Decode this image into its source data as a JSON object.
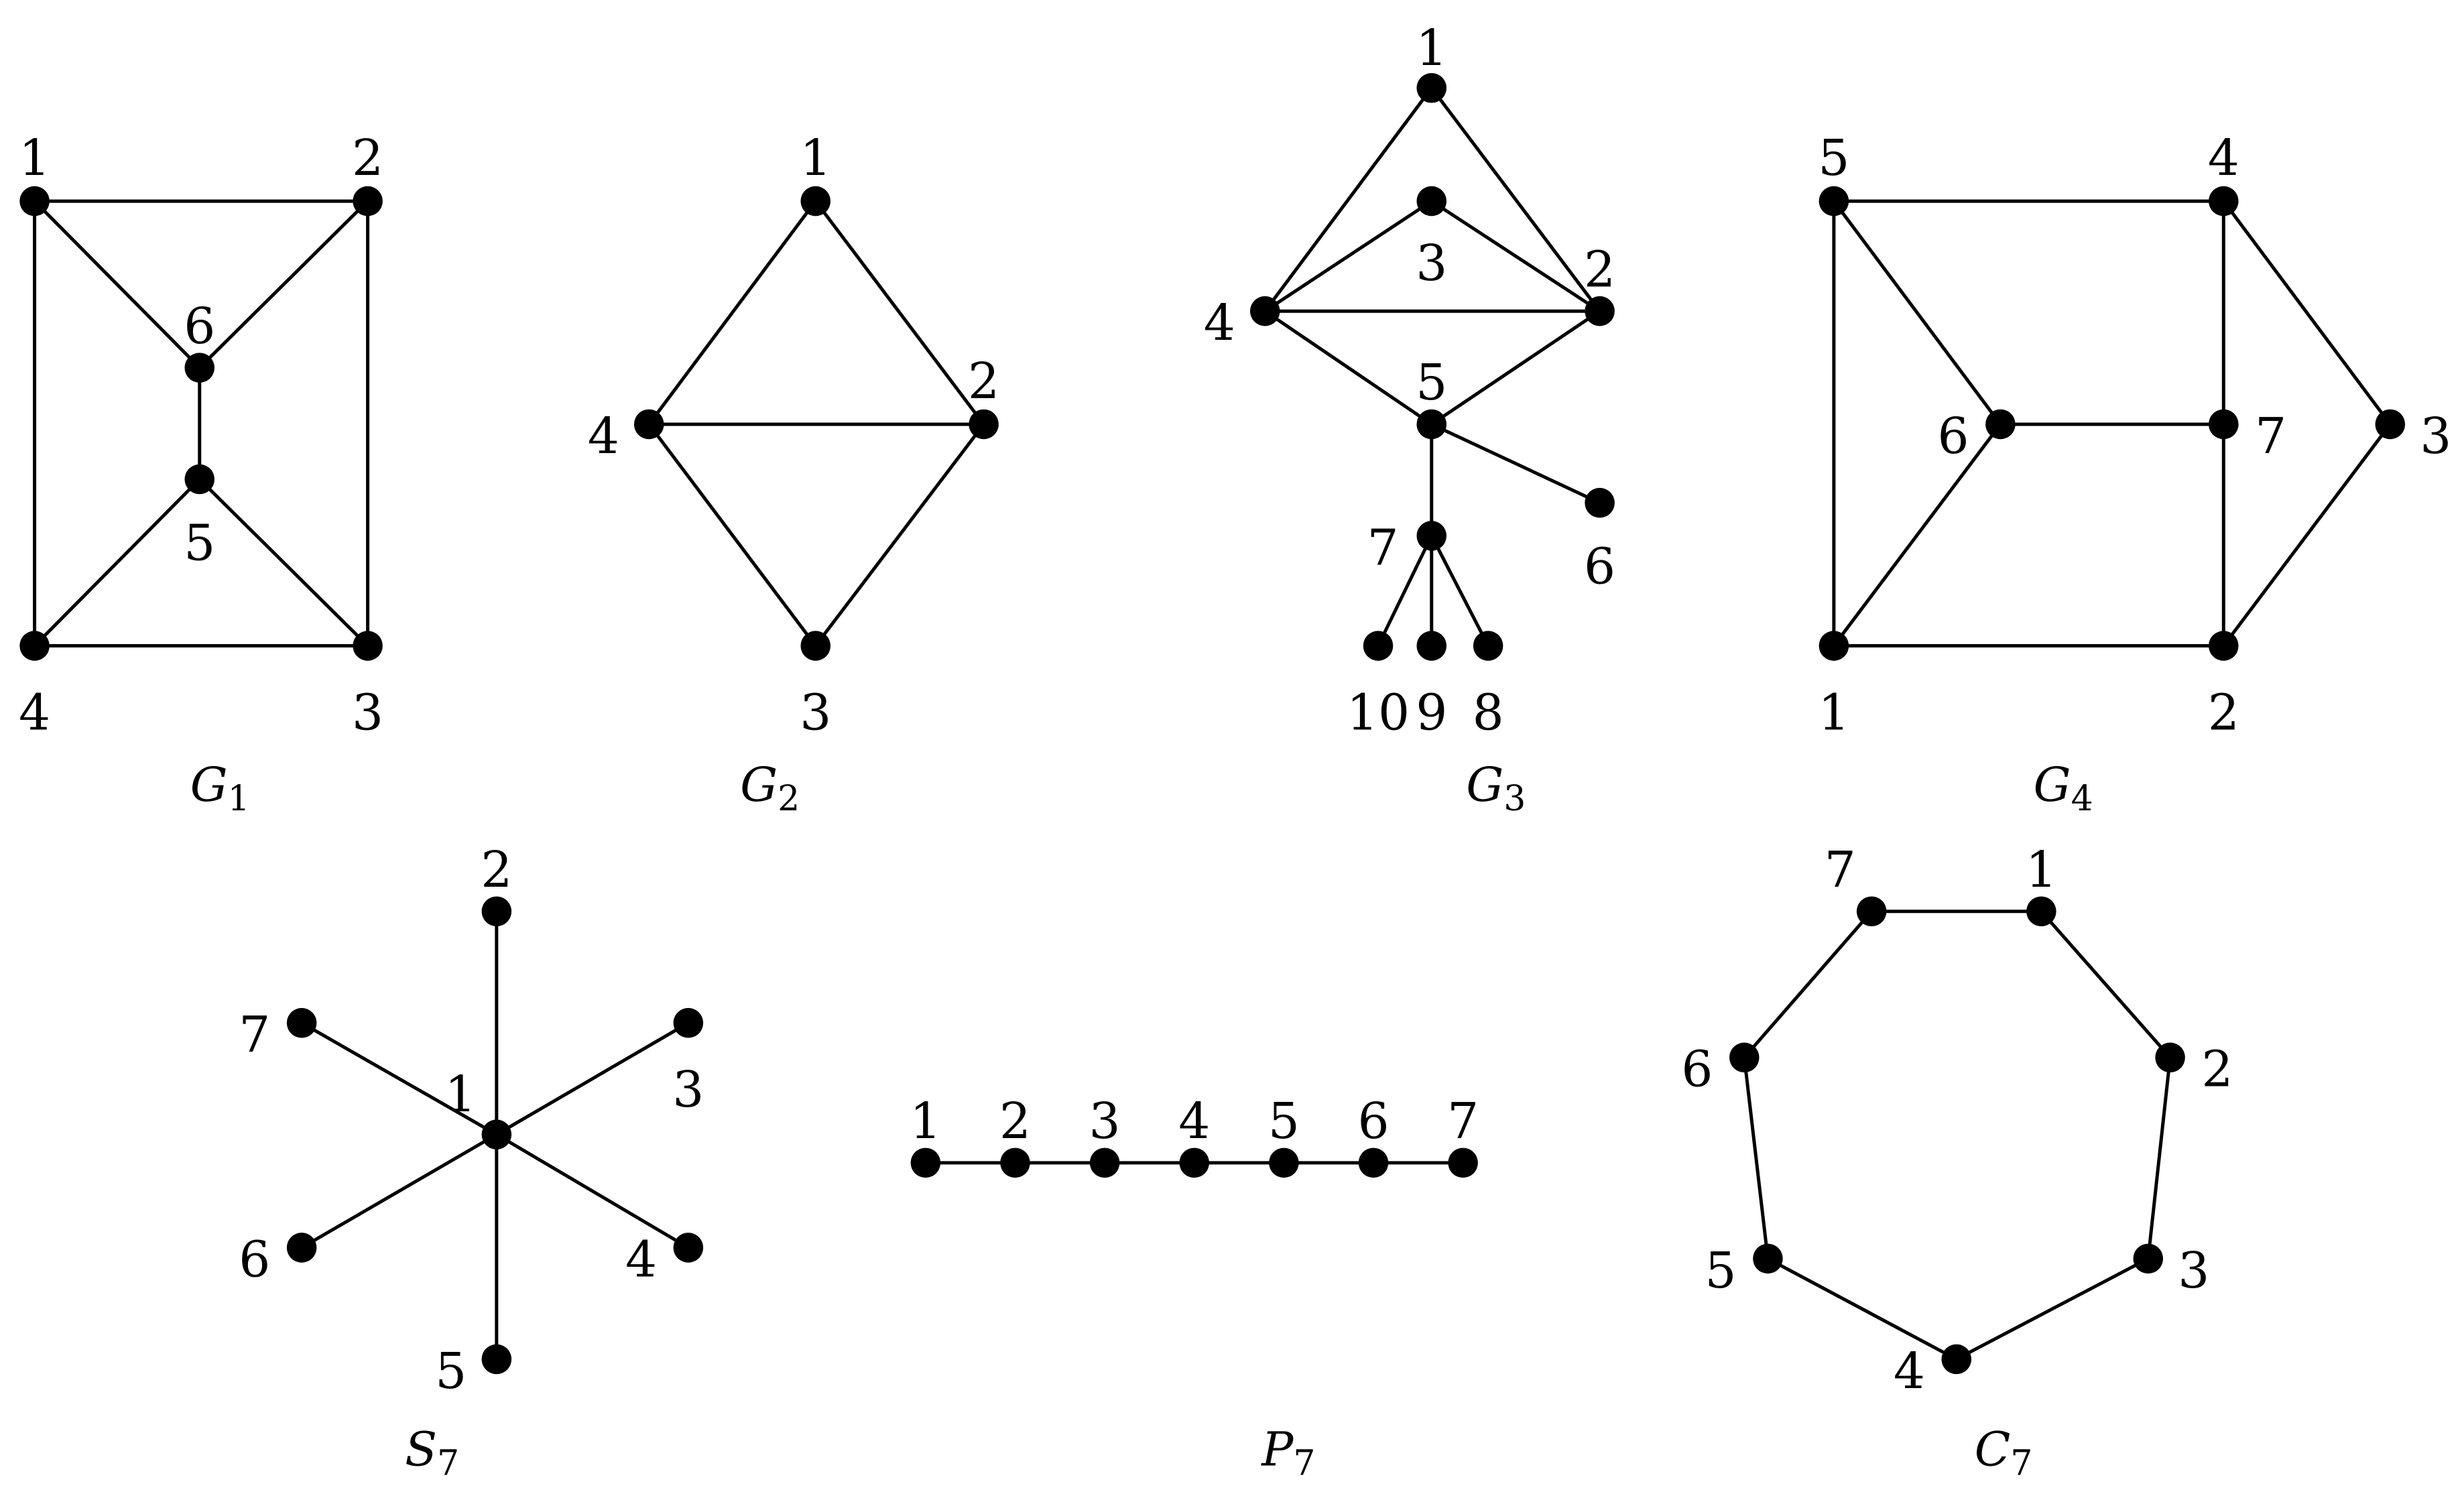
{
  "graphs": [
    {
      "key": "g1",
      "caption": {
        "letter": "G",
        "sub": "1"
      },
      "vertices": [
        "1",
        "2",
        "3",
        "4",
        "5",
        "6"
      ],
      "edges": [
        [
          "1",
          "2"
        ],
        [
          "1",
          "4"
        ],
        [
          "1",
          "6"
        ],
        [
          "2",
          "3"
        ],
        [
          "2",
          "6"
        ],
        [
          "6",
          "5"
        ],
        [
          "5",
          "4"
        ],
        [
          "5",
          "3"
        ],
        [
          "4",
          "3"
        ]
      ]
    },
    {
      "key": "g2",
      "caption": {
        "letter": "G",
        "sub": "2"
      },
      "vertices": [
        "1",
        "2",
        "3",
        "4"
      ],
      "edges": [
        [
          "1",
          "4"
        ],
        [
          "1",
          "2"
        ],
        [
          "4",
          "2"
        ],
        [
          "4",
          "3"
        ],
        [
          "2",
          "3"
        ]
      ]
    },
    {
      "key": "g3",
      "caption": {
        "letter": "G",
        "sub": "3"
      },
      "vertices": [
        "1",
        "2",
        "3",
        "4",
        "5",
        "6",
        "7",
        "8",
        "9",
        "10"
      ],
      "edges": [
        [
          "1",
          "4"
        ],
        [
          "1",
          "2"
        ],
        [
          "3",
          "4"
        ],
        [
          "3",
          "2"
        ],
        [
          "4",
          "2"
        ],
        [
          "4",
          "5"
        ],
        [
          "2",
          "5"
        ],
        [
          "5",
          "7"
        ],
        [
          "5",
          "6"
        ],
        [
          "7",
          "10"
        ],
        [
          "7",
          "9"
        ],
        [
          "7",
          "8"
        ]
      ]
    },
    {
      "key": "g4",
      "caption": {
        "letter": "G",
        "sub": "4"
      },
      "vertices": [
        "1",
        "2",
        "3",
        "4",
        "5",
        "6",
        "7"
      ],
      "edges": [
        [
          "5",
          "4"
        ],
        [
          "5",
          "1"
        ],
        [
          "5",
          "6"
        ],
        [
          "6",
          "1"
        ],
        [
          "6",
          "7"
        ],
        [
          "4",
          "7"
        ],
        [
          "7",
          "2"
        ],
        [
          "4",
          "3"
        ],
        [
          "3",
          "2"
        ],
        [
          "1",
          "2"
        ]
      ]
    },
    {
      "key": "s7",
      "caption": {
        "letter": "S",
        "sub": "7"
      },
      "vertices": [
        "1",
        "2",
        "3",
        "4",
        "5",
        "6",
        "7"
      ],
      "edges": [
        [
          "1",
          "2"
        ],
        [
          "1",
          "3"
        ],
        [
          "1",
          "4"
        ],
        [
          "1",
          "5"
        ],
        [
          "1",
          "6"
        ],
        [
          "1",
          "7"
        ]
      ]
    },
    {
      "key": "p7",
      "caption": {
        "letter": "P",
        "sub": "7"
      },
      "vertices": [
        "1",
        "2",
        "3",
        "4",
        "5",
        "6",
        "7"
      ],
      "edges": [
        [
          "1",
          "2"
        ],
        [
          "2",
          "3"
        ],
        [
          "3",
          "4"
        ],
        [
          "4",
          "5"
        ],
        [
          "5",
          "6"
        ],
        [
          "6",
          "7"
        ]
      ]
    },
    {
      "key": "c7",
      "caption": {
        "letter": "C",
        "sub": "7"
      },
      "vertices": [
        "1",
        "2",
        "3",
        "4",
        "5",
        "6",
        "7"
      ],
      "edges": [
        [
          "1",
          "2"
        ],
        [
          "2",
          "3"
        ],
        [
          "3",
          "4"
        ],
        [
          "4",
          "5"
        ],
        [
          "5",
          "6"
        ],
        [
          "6",
          "7"
        ],
        [
          "7",
          "1"
        ]
      ]
    }
  ]
}
